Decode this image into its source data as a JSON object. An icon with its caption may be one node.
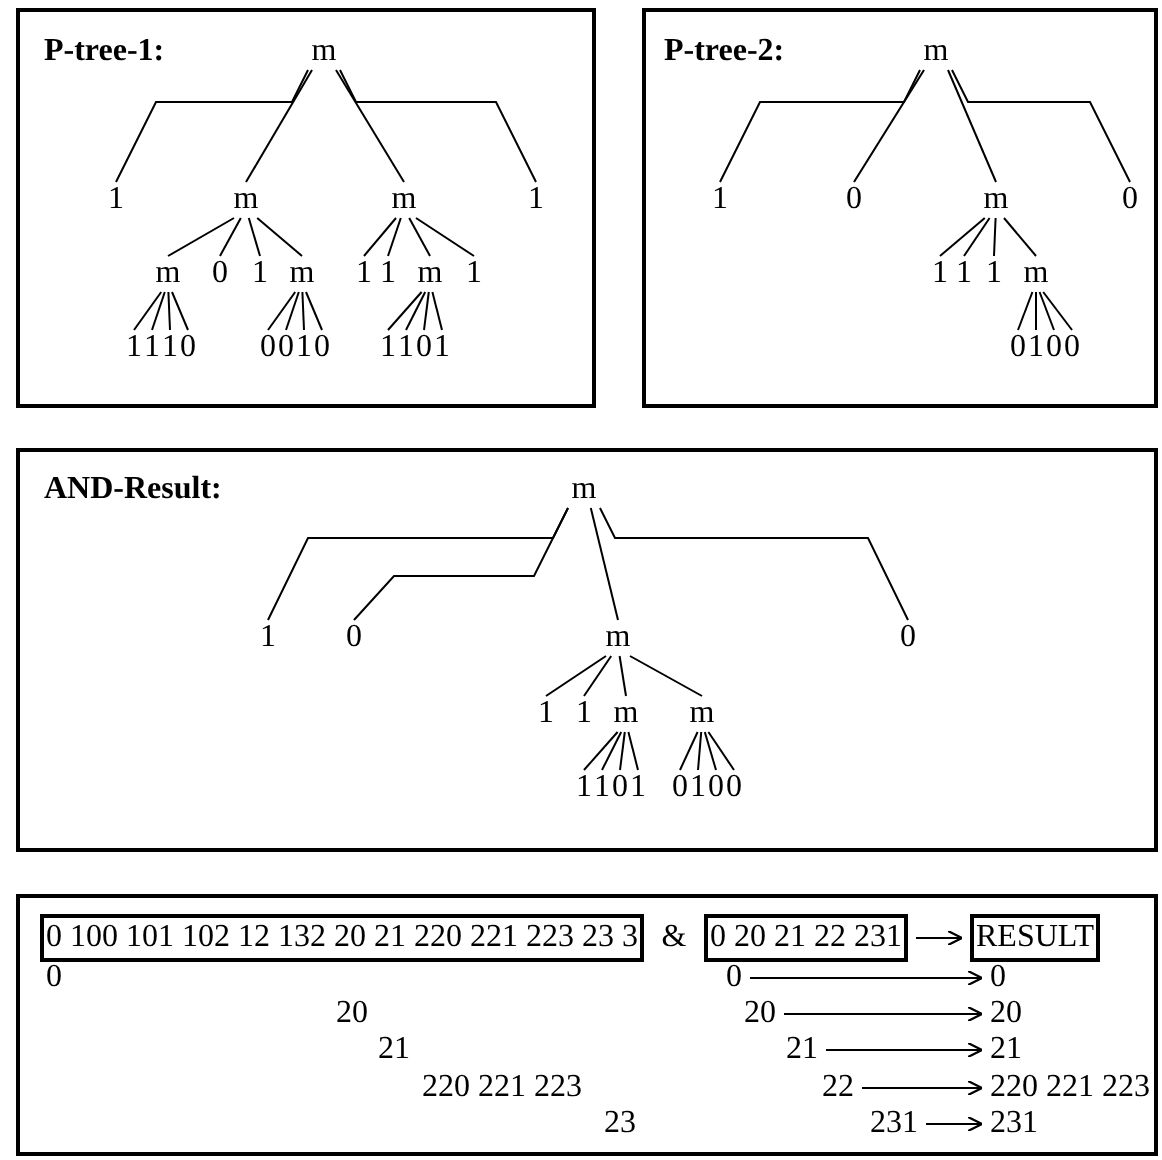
{
  "diagram": {
    "nodes": [
      {
        "text": [
          "P-tree-1:"
        ]
      },
      {
        "text": [
          "m"
        ],
        "in": 0
      },
      {
        "text": [
          "1"
        ],
        "in": 0
      },
      {
        "text": [
          "m"
        ],
        "in": 0
      },
      {
        "text": [
          "m"
        ],
        "in": 0
      },
      {
        "text": [
          "1"
        ],
        "in": 0
      },
      {
        "text": [
          "m"
        ],
        "in": 0
      },
      {
        "text": [
          "0"
        ],
        "in": 0
      },
      {
        "text": [
          "1"
        ],
        "in": 0
      },
      {
        "text": [
          "m"
        ],
        "in": 0
      },
      {
        "text": [
          "1"
        ],
        "in": 0
      },
      {
        "text": [
          "1"
        ],
        "in": 0
      },
      {
        "text": [
          "m"
        ],
        "in": 0
      },
      {
        "text": [
          "1"
        ],
        "in": 0
      },
      {
        "text": [
          "1"
        ],
        "in": 0
      },
      {
        "text": [
          "1"
        ],
        "in": 0
      },
      {
        "text": [
          "1"
        ],
        "in": 0
      },
      {
        "text": [
          "0"
        ],
        "in": 0
      },
      {
        "text": [
          "0"
        ],
        "in": 0
      },
      {
        "text": [
          "0"
        ],
        "in": 0
      },
      {
        "text": [
          "1"
        ],
        "in": 0
      },
      {
        "text": [
          "0"
        ],
        "in": 0
      },
      {
        "text": [
          "1"
        ],
        "in": 0
      },
      {
        "text": [
          "1"
        ],
        "in": 0
      },
      {
        "text": [
          "0"
        ],
        "in": 0
      },
      {
        "text": [
          "1"
        ],
        "in": 0
      },
      {
        "text": [
          "P-tree-2:"
        ]
      },
      {
        "text": [
          "m"
        ],
        "in": 26
      },
      {
        "text": [
          "1"
        ],
        "in": 26
      },
      {
        "text": [
          "0"
        ],
        "in": 26
      },
      {
        "text": [
          "m"
        ],
        "in": 26
      },
      {
        "text": [
          "0"
        ],
        "in": 26
      },
      {
        "text": [
          "1"
        ],
        "in": 26
      },
      {
        "text": [
          "1"
        ],
        "in": 26
      },
      {
        "text": [
          "1"
        ],
        "in": 26
      },
      {
        "text": [
          "m"
        ],
        "in": 26
      },
      {
        "text": [
          "0"
        ],
        "in": 26
      },
      {
        "text": [
          "1"
        ],
        "in": 26
      },
      {
        "text": [
          "0"
        ],
        "in": 26
      },
      {
        "text": [
          "0"
        ],
        "in": 26
      },
      {
        "text": [
          "AND-Result:"
        ]
      },
      {
        "text": [
          "m"
        ],
        "in": 40
      },
      {
        "text": [
          "1"
        ],
        "in": 40
      },
      {
        "text": [
          "0"
        ],
        "in": 40
      },
      {
        "text": [
          "m"
        ],
        "in": 40
      },
      {
        "text": [
          "0"
        ],
        "in": 40
      },
      {
        "text": [
          "1"
        ],
        "in": 40
      },
      {
        "text": [
          "1"
        ],
        "in": 40
      },
      {
        "text": [
          "m"
        ],
        "in": 40
      },
      {
        "text": [
          "m"
        ],
        "in": 40
      },
      {
        "text": [
          "1"
        ],
        "in": 40
      },
      {
        "text": [
          "1"
        ],
        "in": 40
      },
      {
        "text": [
          "0"
        ],
        "in": 40
      },
      {
        "text": [
          "1"
        ],
        "in": 40
      },
      {
        "text": [
          "0"
        ],
        "in": 40
      },
      {
        "text": [
          "1"
        ],
        "in": 40
      },
      {
        "text": [
          "0"
        ],
        "in": 40
      },
      {
        "text": [
          "0"
        ],
        "in": 40
      },
      {
        "text": [],
        "shape": "box"
      },
      {
        "text": [
          "0 100 101 102 12 132 20 21 220 221 223 23 3"
        ],
        "in": 58
      },
      {
        "text": [
          "0 20 21 22 231"
        ],
        "in": 58
      },
      {
        "text": [
          "RESULT"
        ],
        "in": 58
      },
      {
        "text": [
          "0"
        ],
        "in": 58
      },
      {
        "text": [
          "0"
        ],
        "in": 58
      },
      {
        "text": [
          "20"
        ],
        "in": 58
      },
      {
        "text": [
          "20"
        ],
        "in": 58
      },
      {
        "text": [
          "21"
        ],
        "in": 58
      },
      {
        "text": [
          "21"
        ],
        "in": 58
      },
      {
        "text": [
          "22"
        ],
        "in": 58
      },
      {
        "text": [
          "220 221 223"
        ],
        "in": 58
      },
      {
        "text": [
          "231"
        ],
        "in": 58
      },
      {
        "text": [
          "231"
        ],
        "in": 58
      }
    ],
    "edges": [
      {
        "from": 1,
        "to": 2,
        "arrow": "none"
      },
      {
        "from": 1,
        "to": 3,
        "arrow": "none"
      },
      {
        "from": 1,
        "to": 4,
        "arrow": "none"
      },
      {
        "from": 1,
        "to": 5,
        "arrow": "none"
      },
      {
        "from": 3,
        "to": 6,
        "arrow": "none"
      },
      {
        "from": 3,
        "to": 7,
        "arrow": "none"
      },
      {
        "from": 3,
        "to": 8,
        "arrow": "none"
      },
      {
        "from": 3,
        "to": 9,
        "arrow": "none"
      },
      {
        "from": 4,
        "to": 10,
        "arrow": "none"
      },
      {
        "from": 4,
        "to": 11,
        "arrow": "none"
      },
      {
        "from": 4,
        "to": 12,
        "arrow": "none"
      },
      {
        "from": 4,
        "to": 13,
        "arrow": "none"
      },
      {
        "from": 6,
        "to": 14,
        "arrow": "none"
      },
      {
        "from": 6,
        "to": 15,
        "arrow": "none"
      },
      {
        "from": 6,
        "to": 16,
        "arrow": "none"
      },
      {
        "from": 6,
        "to": 17,
        "arrow": "none"
      },
      {
        "from": 9,
        "to": 18,
        "arrow": "none"
      },
      {
        "from": 9,
        "to": 19,
        "arrow": "none"
      },
      {
        "from": 9,
        "to": 20,
        "arrow": "none"
      },
      {
        "from": 9,
        "to": 21,
        "arrow": "none"
      },
      {
        "from": 12,
        "to": 22,
        "arrow": "none"
      },
      {
        "from": 12,
        "to": 23,
        "arrow": "none"
      },
      {
        "from": 12,
        "to": 24,
        "arrow": "none"
      },
      {
        "from": 12,
        "to": 25,
        "arrow": "none"
      },
      {
        "from": 27,
        "to": 28,
        "arrow": "none"
      },
      {
        "from": 27,
        "to": 29,
        "arrow": "none"
      },
      {
        "from": 27,
        "to": 30,
        "arrow": "none"
      },
      {
        "from": 27,
        "to": 31,
        "arrow": "none"
      },
      {
        "from": 30,
        "to": 32,
        "arrow": "none"
      },
      {
        "from": 30,
        "to": 33,
        "arrow": "none"
      },
      {
        "from": 30,
        "to": 34,
        "arrow": "none"
      },
      {
        "from": 30,
        "to": 35,
        "arrow": "none"
      },
      {
        "from": 35,
        "to": 36,
        "arrow": "none"
      },
      {
        "from": 35,
        "to": 37,
        "arrow": "none"
      },
      {
        "from": 35,
        "to": 38,
        "arrow": "none"
      },
      {
        "from": 35,
        "to": 39,
        "arrow": "none"
      },
      {
        "from": 41,
        "to": 42,
        "arrow": "none"
      },
      {
        "from": 41,
        "to": 43,
        "arrow": "none"
      },
      {
        "from": 41,
        "to": 44,
        "arrow": "none"
      },
      {
        "from": 41,
        "to": 45,
        "arrow": "none"
      },
      {
        "from": 44,
        "to": 46,
        "arrow": "none"
      },
      {
        "from": 44,
        "to": 47,
        "arrow": "none"
      },
      {
        "from": 44,
        "to": 48,
        "arrow": "none"
      },
      {
        "from": 44,
        "to": 49,
        "arrow": "none"
      },
      {
        "from": 48,
        "to": 50,
        "arrow": "none"
      },
      {
        "from": 48,
        "to": 51,
        "arrow": "none"
      },
      {
        "from": 48,
        "to": 52,
        "arrow": "none"
      },
      {
        "from": 48,
        "to": 53,
        "arrow": "none"
      },
      {
        "from": 49,
        "to": 54,
        "arrow": "none"
      },
      {
        "from": 49,
        "to": 55,
        "arrow": "none"
      },
      {
        "from": 49,
        "to": 56,
        "arrow": "none"
      },
      {
        "from": 49,
        "to": 57,
        "arrow": "none"
      },
      {
        "from": 60,
        "to": 61,
        "arrow": "to"
      },
      {
        "from": 62,
        "to": 63,
        "arrow": "to"
      },
      {
        "from": 64,
        "to": 65,
        "arrow": "to"
      },
      {
        "from": 66,
        "to": 67,
        "arrow": "to"
      },
      {
        "from": 68,
        "to": 69,
        "arrow": "to"
      },
      {
        "from": 70,
        "to": 71,
        "arrow": "to"
      }
    ],
    "labels": [
      "&",
      "0",
      "20",
      "21",
      "220 221 223",
      "23"
    ]
  }
}
